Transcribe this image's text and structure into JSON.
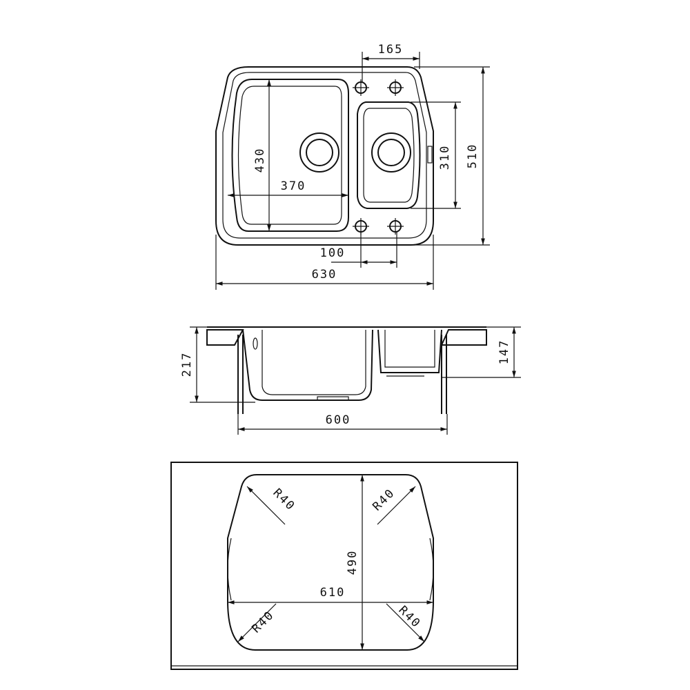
{
  "top_view": {
    "dims": {
      "hole_spacing_top": "165",
      "main_bowl_depth": "430",
      "main_bowl_width": "370",
      "small_bowl_depth": "310",
      "overall_depth": "510",
      "hole_spacing_bottom": "100",
      "overall_width": "630"
    }
  },
  "side_view": {
    "dims": {
      "total_height": "217",
      "small_bowl_height": "147",
      "bracket_width": "600"
    }
  },
  "cutout_view": {
    "dims": {
      "radius_top_left": "R40",
      "radius_top_right": "R40",
      "radius_bottom_left": "R40",
      "radius_bottom_right": "R40",
      "cutout_depth": "490",
      "cutout_width": "610"
    }
  }
}
